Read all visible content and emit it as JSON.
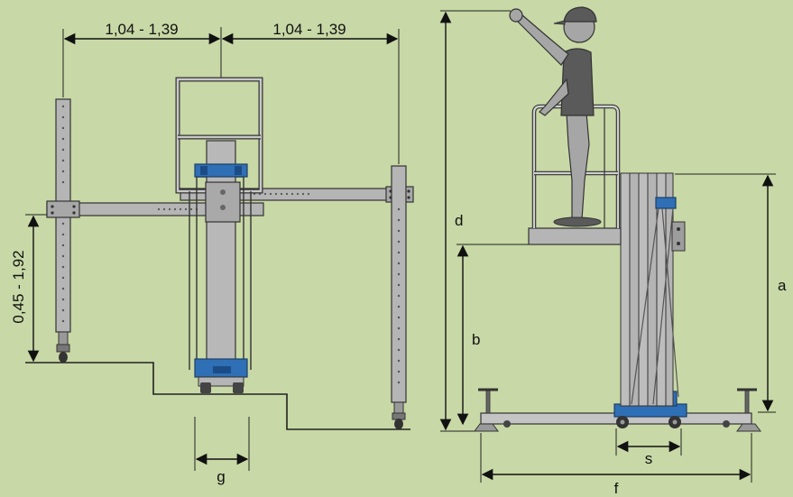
{
  "colors": {
    "background": "#c8d8a6",
    "metal": "#b5b5b5",
    "metal_dark": "#8f8f8f",
    "outline": "#333333",
    "accent_blue": "#2f6fb5",
    "figure_body": "#a6a6a6",
    "figure_vest": "#5a5a5a"
  },
  "dimensions": {
    "outrigger_left": "1,04 - 1,39",
    "outrigger_right": "1,04 - 1,39",
    "leveling_range": "0,45 - 1,92",
    "g": "g",
    "s": "s",
    "f": "f"
  },
  "side_view_labels": {
    "a": "a",
    "b": "b",
    "d": "d"
  }
}
